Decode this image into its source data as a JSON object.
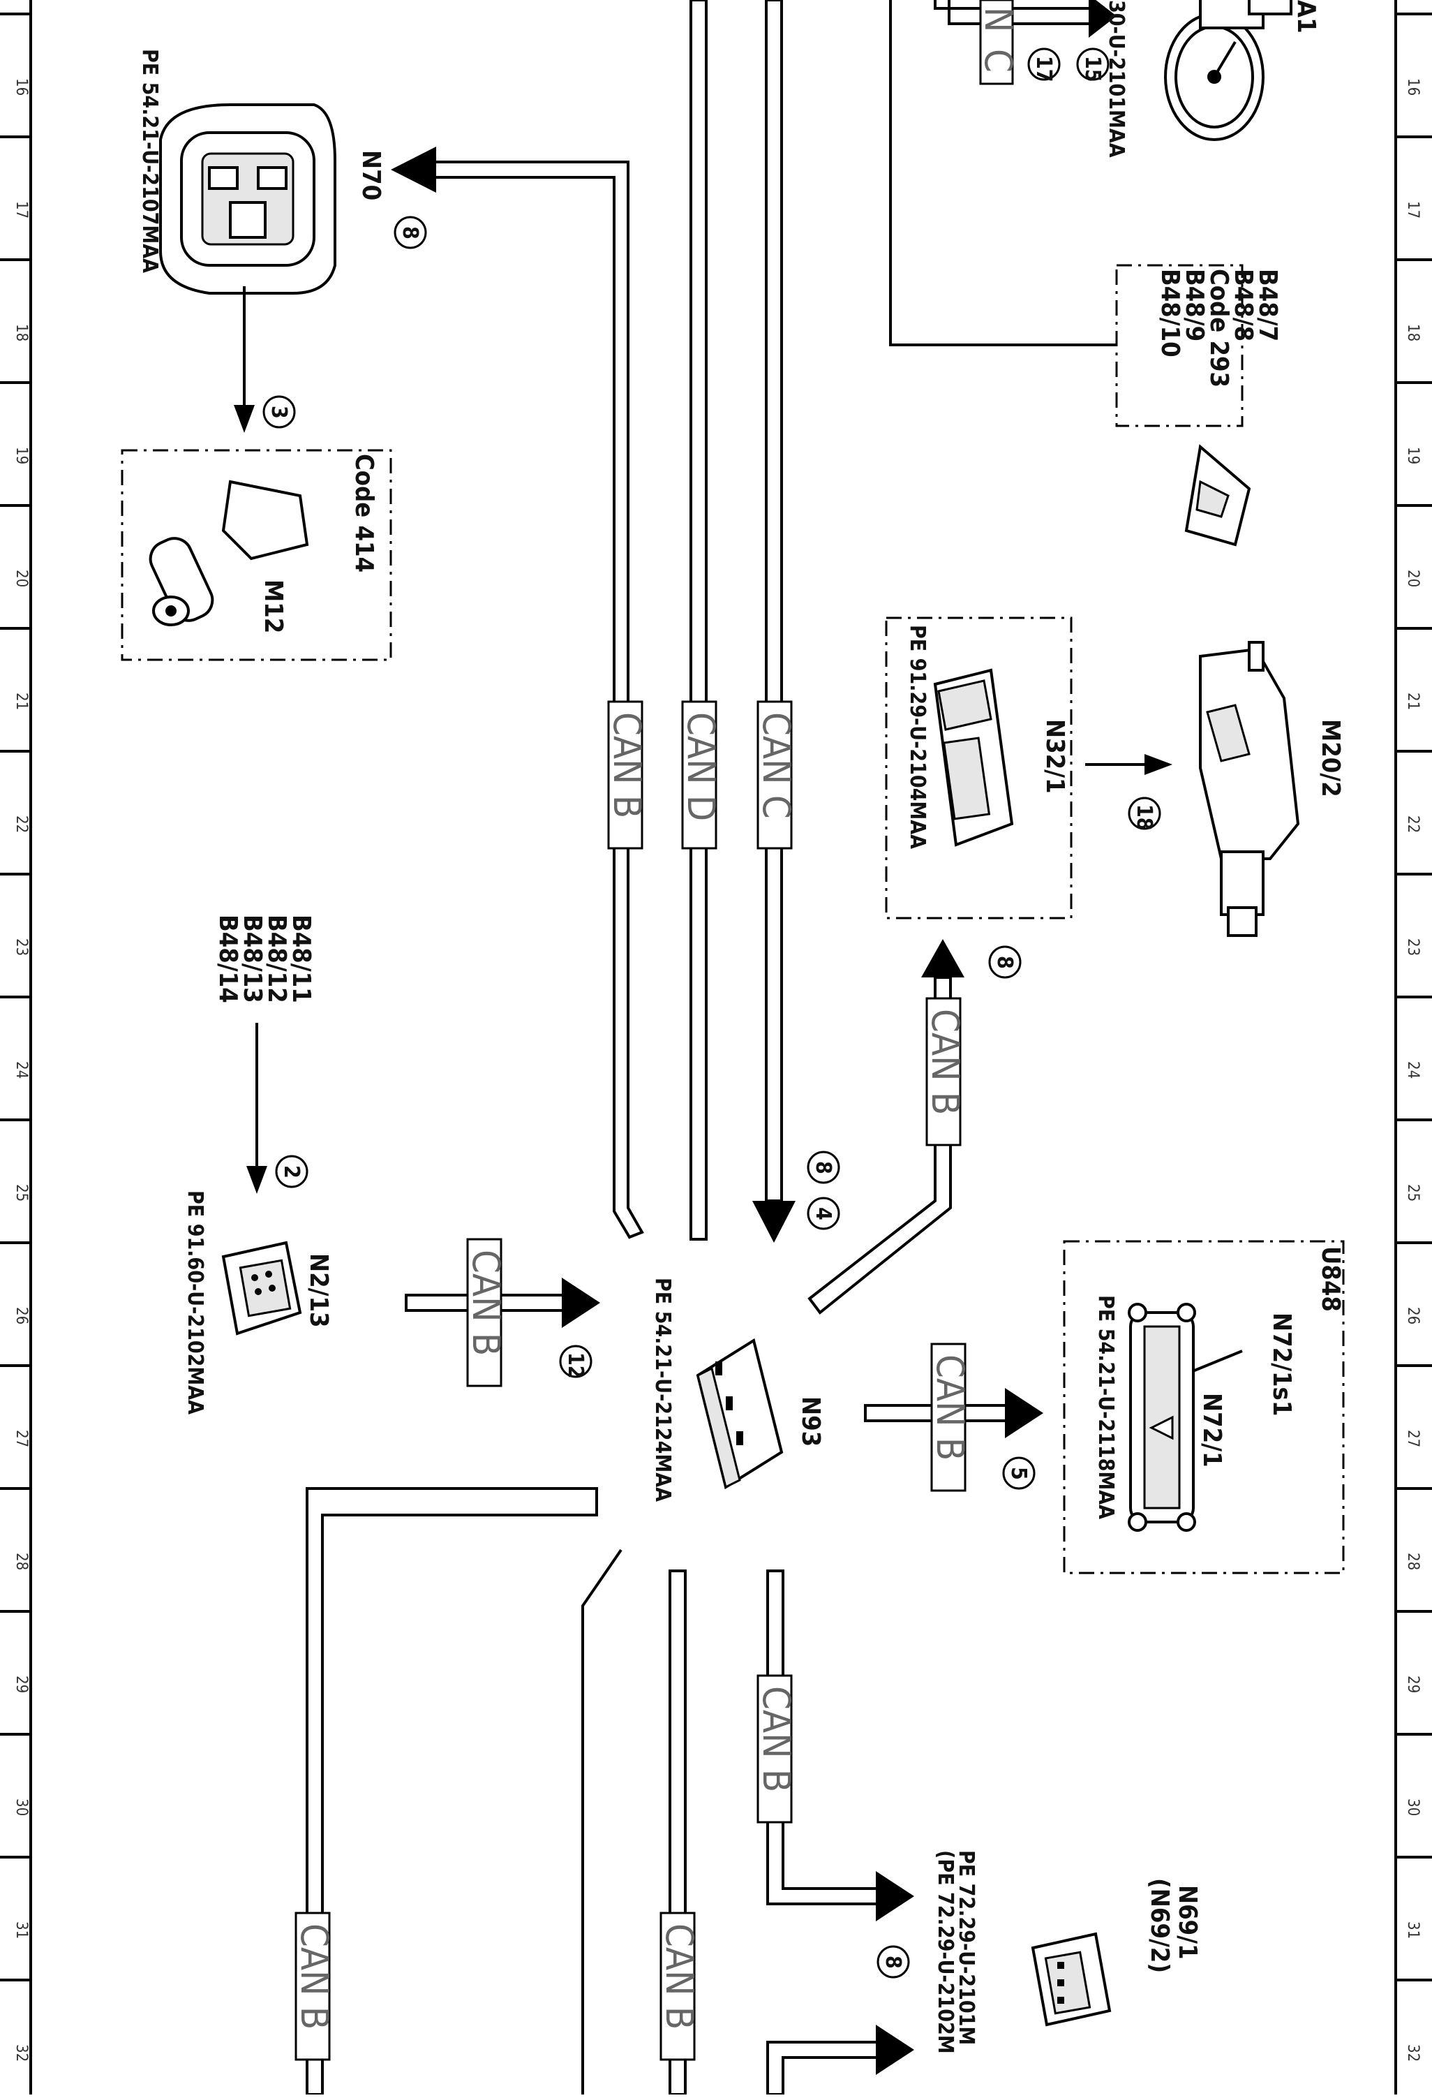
{
  "grid": {
    "ticks": [
      "16",
      "17",
      "18",
      "19",
      "20",
      "21",
      "22",
      "23",
      "24",
      "25",
      "26",
      "27",
      "28",
      "29",
      "30",
      "31",
      "32"
    ]
  },
  "components": {
    "A1": {
      "label": "A1",
      "ref": "30-U-2101MAA"
    },
    "N70": {
      "label": "N70",
      "ref": "PE 54.21-U-2107MAA"
    },
    "M12": {
      "label": "M12",
      "code": "Code 414"
    },
    "B48_top": {
      "lines": [
        "B48/7",
        "B48/8",
        "Code 293",
        "B48/9",
        "B48/10"
      ]
    },
    "N32_1": {
      "label": "N32/1",
      "ref": "PE 91.29-U-2104MAA"
    },
    "M20_2": {
      "label": "M20/2"
    },
    "B48_left": {
      "lines": [
        "B48/11",
        "B48/12",
        "B48/13",
        "B48/14"
      ]
    },
    "N2_13": {
      "label": "N2/13",
      "ref": "PE 91.60-U-2102MAA"
    },
    "N93": {
      "label": "N93",
      "ref": "PE 54.21-U-2124MAA"
    },
    "U848": {
      "label": "U848",
      "sub1": "N72/1s1",
      "sub2": "N72/1",
      "ref": "PE 54.21-U-2118MAA"
    },
    "N69": {
      "label1": "N69/1",
      "label2": "(N69/2)",
      "ref1": "PE 72.29-U-2101M",
      "ref2": "(PE 72.29-U-2102M"
    }
  },
  "bus": {
    "can_b": "CAN B",
    "can_c": "CAN C",
    "can_d": "CAN D",
    "top_partial_n": "N",
    "top_partial_c": "C"
  },
  "numbers": {
    "n15": "15",
    "n17": "17",
    "n8": "8",
    "n3": "3",
    "n18": "18",
    "n4": "4",
    "n2": "2",
    "n12": "12",
    "n5": "5"
  }
}
